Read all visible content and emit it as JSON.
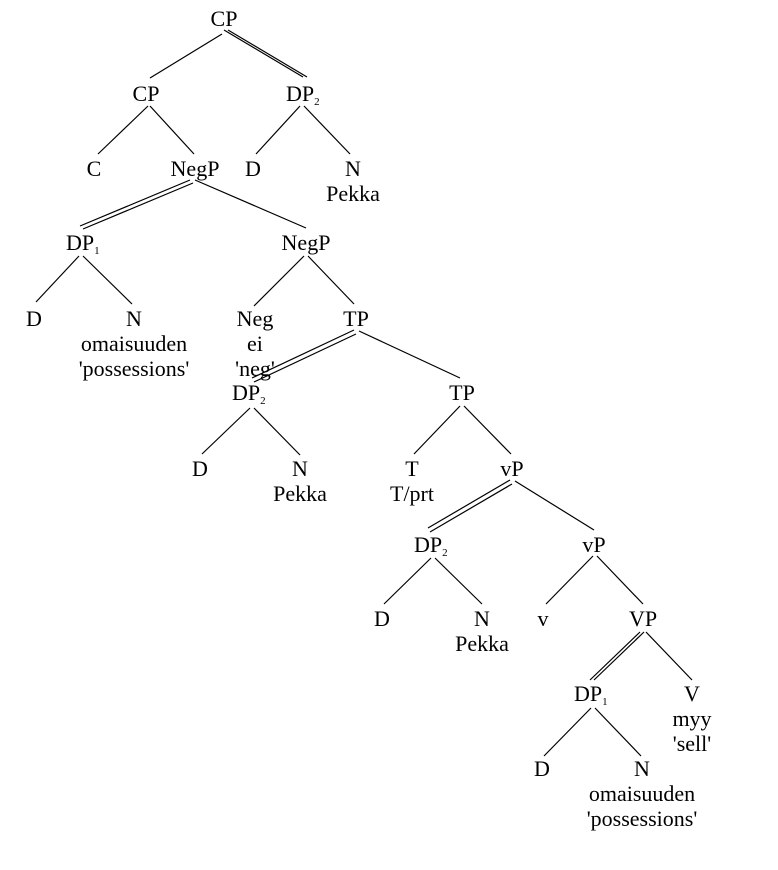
{
  "diagram": {
    "type": "syntax-tree",
    "nodes": {
      "cp_root": {
        "label": "CP"
      },
      "cp": {
        "label": "CP"
      },
      "dp2_top": {
        "label": "DP",
        "sub": "2"
      },
      "c": {
        "label": "C"
      },
      "negp": {
        "label": "NegP"
      },
      "d_top": {
        "label": "D"
      },
      "n_top": {
        "label": "N",
        "word": "Pekka"
      },
      "dp1_high": {
        "label": "DP",
        "sub": "1"
      },
      "negp2": {
        "label": "NegP"
      },
      "d_dp1": {
        "label": "D"
      },
      "n_dp1": {
        "label": "N",
        "word": "omaisuuden",
        "gloss": "'possessions'"
      },
      "neg": {
        "label": "Neg",
        "word": "ei",
        "gloss": "'neg'"
      },
      "tp": {
        "label": "TP"
      },
      "dp2_mid": {
        "label": "DP",
        "sub": "2"
      },
      "tp2": {
        "label": "TP"
      },
      "d_mid": {
        "label": "D"
      },
      "n_mid": {
        "label": "N",
        "word": "Pekka"
      },
      "t": {
        "label": "T",
        "word": "T/prt"
      },
      "vp_small": {
        "label": "vP"
      },
      "dp2_low": {
        "label": "DP",
        "sub": "2"
      },
      "vp_small2": {
        "label": "vP"
      },
      "d_low": {
        "label": "D"
      },
      "n_low": {
        "label": "N",
        "word": "Pekka"
      },
      "v_small": {
        "label": "v"
      },
      "vp_big": {
        "label": "VP"
      },
      "dp1_low": {
        "label": "DP",
        "sub": "1"
      },
      "v_big": {
        "label": "V",
        "word": "myy",
        "gloss": "'sell'"
      },
      "d_dp1_low": {
        "label": "D"
      },
      "n_dp1_low": {
        "label": "N",
        "word": "omaisuuden",
        "gloss": "'possessions'"
      }
    }
  }
}
